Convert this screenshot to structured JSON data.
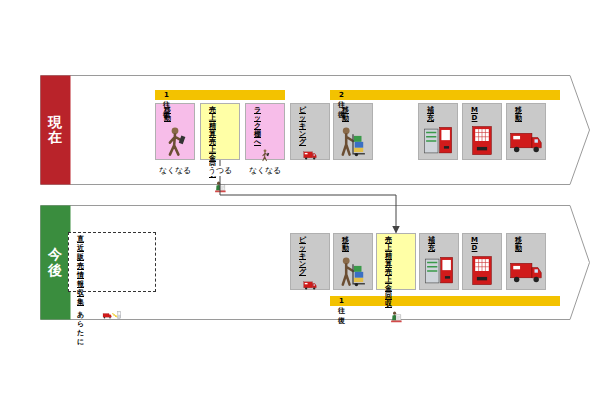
{
  "diagram": {
    "nodes": [
      {
        "text": [
          "現在"
        ]
      },
      {
        "text": [
          "1往復"
        ],
        "in": 0
      },
      {
        "text": [
          "2往復"
        ],
        "in": 0
      },
      {
        "text": [
          "移動"
        ],
        "in": 0
      },
      {
        "text": [
          "売上精算 売上金回収"
        ],
        "in": 0
      },
      {
        "text": [
          "ラック棚へ"
        ],
        "in": 0
      },
      {
        "text": [
          "ピッキング"
        ],
        "in": 0
      },
      {
        "text": [
          "移動"
        ],
        "in": 0
      },
      {
        "text": [
          "補充"
        ],
        "in": 0
      },
      {
        "text": [
          "MD"
        ],
        "in": 0
      },
      {
        "text": [
          "移動"
        ],
        "in": 0
      },
      {
        "text": [
          "今後"
        ]
      },
      {
        "text": [
          "直近販売情報収集",
          "あらたに"
        ],
        "in": 11
      },
      {
        "text": [
          "ピッキング"
        ],
        "in": 11
      },
      {
        "text": [
          "移動"
        ],
        "in": 11
      },
      {
        "text": [
          "売上精算 売上金回収"
        ],
        "in": 11
      },
      {
        "text": [
          "補充"
        ],
        "in": 11
      },
      {
        "text": [
          "MD"
        ],
        "in": 11
      },
      {
        "text": [
          "移動"
        ],
        "in": 11
      },
      {
        "text": [
          "1往復"
        ],
        "in": 11
      }
    ],
    "edges": [
      {
        "from": 4,
        "to": 15,
        "arrow": "to"
      }
    ],
    "labels": [
      "なくなる",
      "うつる",
      "なくなる"
    ]
  }
}
